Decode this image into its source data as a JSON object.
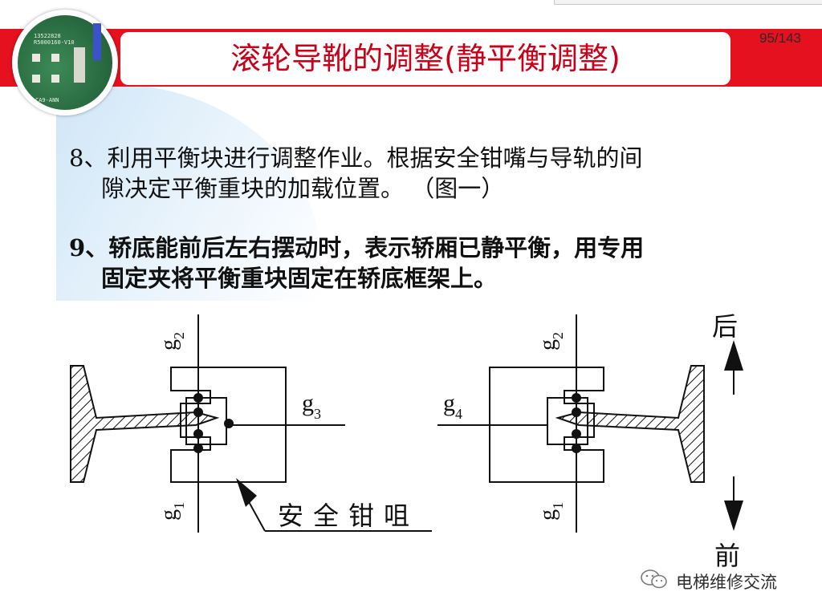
{
  "header": {
    "title": "滚轮导靴的调整(静平衡调整)",
    "page_number": "95/143"
  },
  "content": {
    "step8_line1": "8、利用平衡块进行调整作业。根据安全钳嘴与导轨的间",
    "step8_line2": "隙决定平衡重块的加载位置。  （图一）",
    "step9_line1": "9、轿底能前后左右摆动时，表示轿厢已静平衡，用专用",
    "step9_line2": "固定夹将平衡重块固定在轿底框架上。"
  },
  "diagram": {
    "g": "g",
    "sub_1": "1",
    "sub_2": "2",
    "sub_3": "3",
    "sub_4": "4",
    "safety_label": "安全钳咀",
    "back_label": "后",
    "front_label": "前"
  },
  "watermark": {
    "text": "电梯维修交流",
    "icon": "wechat-icon"
  },
  "colors": {
    "header_bar": "#e6111f",
    "title_text": "#c8001a",
    "glow": "#cfe6f7"
  }
}
